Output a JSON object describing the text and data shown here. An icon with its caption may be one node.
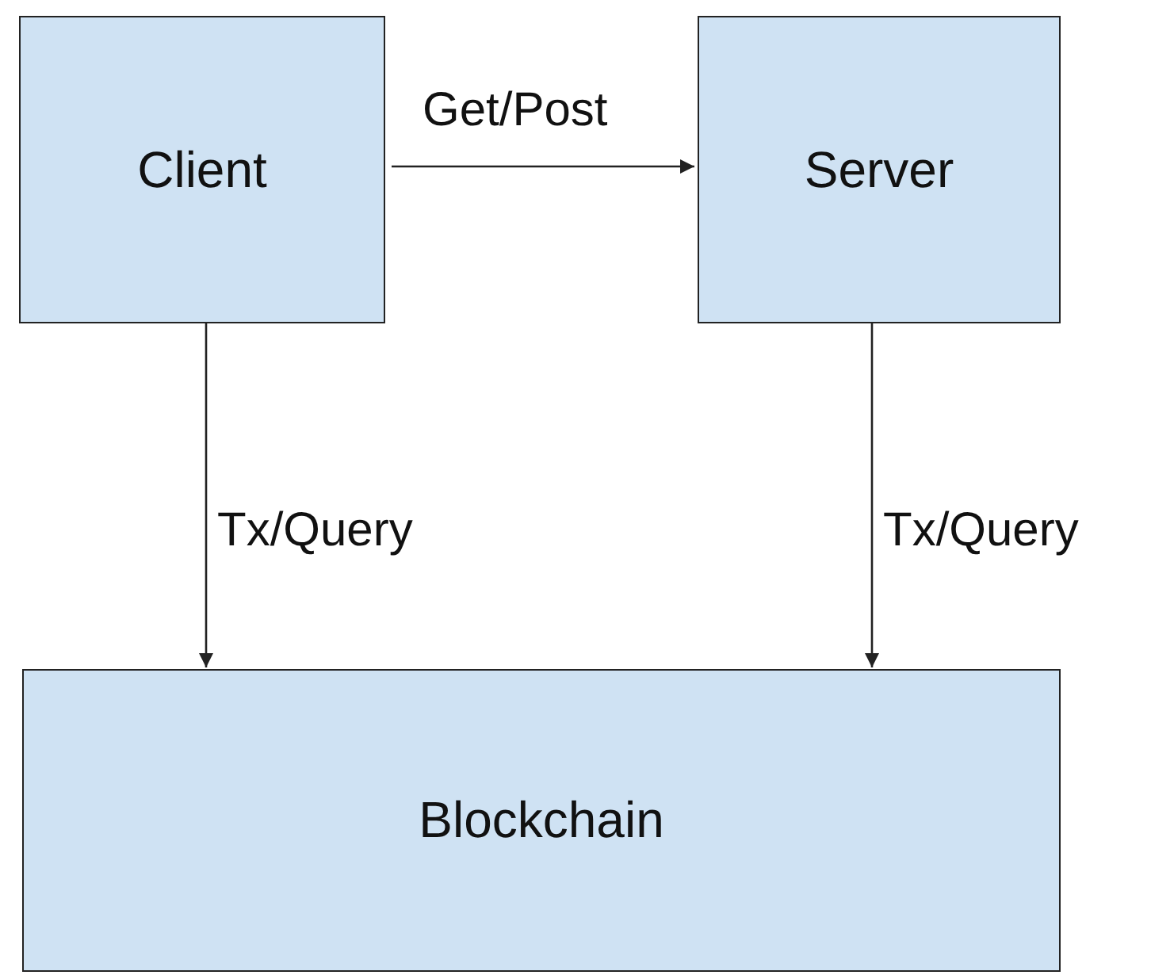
{
  "diagram": {
    "nodes": [
      {
        "text": [
          "Client"
        ]
      },
      {
        "text": [
          "Server"
        ]
      },
      {
        "text": [
          "Blockchain"
        ]
      }
    ],
    "edges": [
      {
        "from": 0,
        "to": 1,
        "arrow": "to",
        "label": "Get/Post"
      },
      {
        "from": 0,
        "to": 2,
        "arrow": "to",
        "label": "Tx/Query"
      },
      {
        "from": 1,
        "to": 2,
        "arrow": "to",
        "label": "Tx/Query"
      }
    ]
  }
}
